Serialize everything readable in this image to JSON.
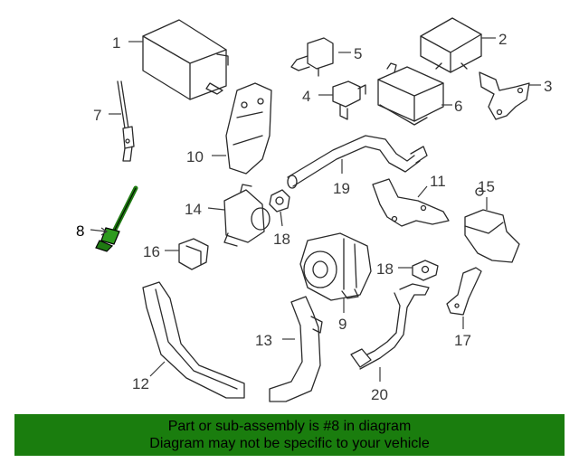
{
  "callouts": {
    "c1": "1",
    "c2": "2",
    "c3": "3",
    "c4": "4",
    "c5": "5",
    "c6": "6",
    "c7": "7",
    "c8": "8",
    "c9": "9",
    "c10": "10",
    "c11": "11",
    "c12": "12",
    "c13": "13",
    "c14": "14",
    "c15": "15",
    "c16": "16",
    "c17": "17",
    "c18a": "18",
    "c18b": "18",
    "c19": "19",
    "c20": "20"
  },
  "highlight": {
    "part_number": "8",
    "color": "#1a7d0e"
  },
  "banner": {
    "line1": "Part or sub-assembly is #8 in diagram",
    "line2": "Diagram may not be specific to your vehicle",
    "background": "#1a7d0e"
  }
}
